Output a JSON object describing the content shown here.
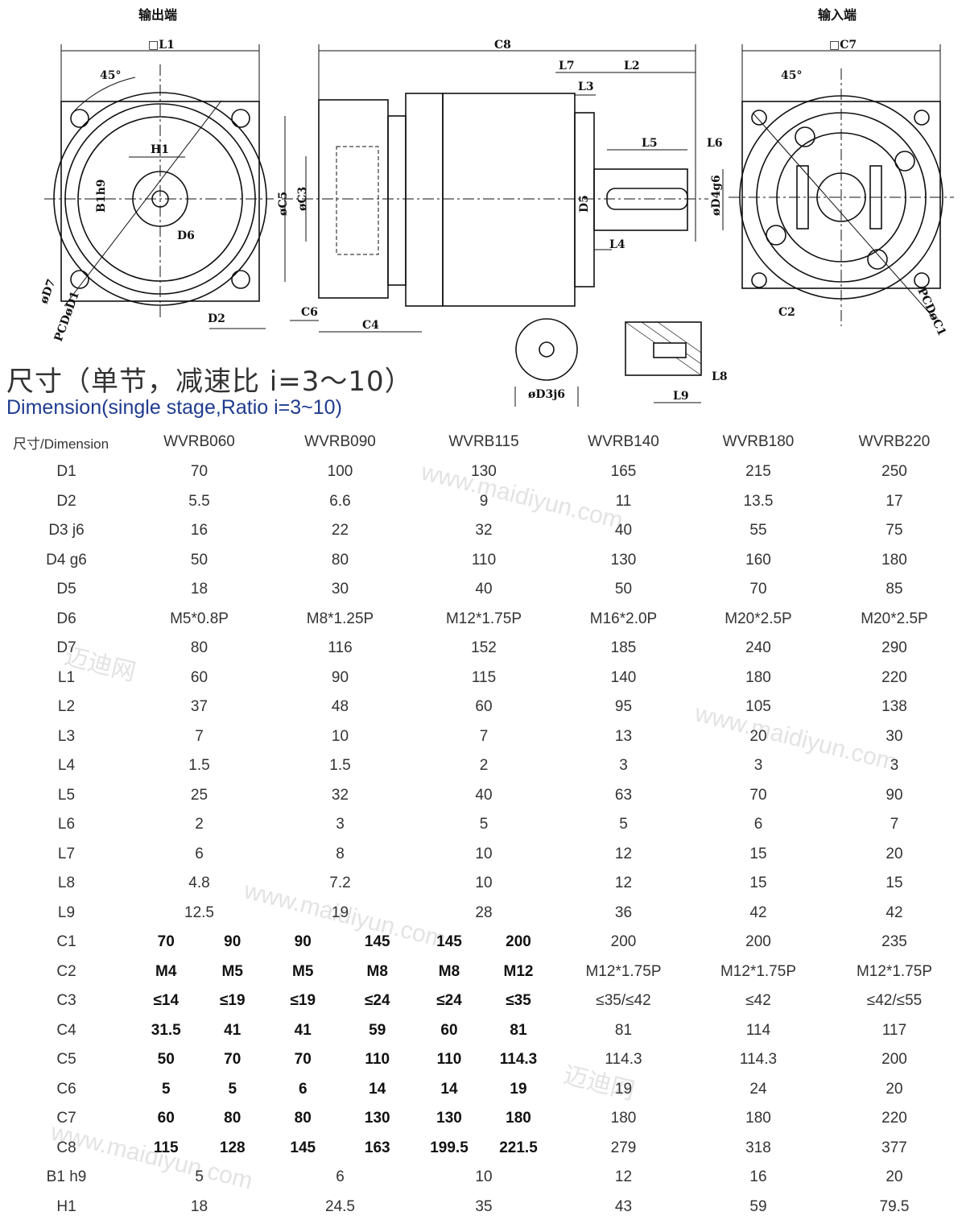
{
  "drawing": {
    "output_end_label": "输出端",
    "input_end_label": "输入端",
    "labels": {
      "L1": "□L1",
      "C7": "□C7",
      "C8": "C8",
      "L7": "L7",
      "L2": "L2",
      "L3": "L3",
      "L5": "L5",
      "L6": "L6",
      "L4": "L4",
      "D5": "D5",
      "D4": "øD4g6",
      "C5": "øC5",
      "C3": "øC3",
      "C6": "C6",
      "C4": "C4",
      "C2": "C2",
      "H1": "H1",
      "B1": "B1h9",
      "D6": "D6",
      "D2": "D2",
      "D7": "øD7",
      "D1": "PCDøD1",
      "C1": "PCDøC1",
      "angle_left": "45°",
      "angle_right": "45°",
      "D3": "øD3j6",
      "L8": "L8",
      "L9": "L9"
    }
  },
  "title_cn": "尺寸（单节，减速比 i=3～10）",
  "title_en": "Dimension(single stage,Ratio i=3~10)",
  "table": {
    "header": [
      "尺寸/Dimension",
      "WVRB060",
      "WVRB090",
      "WVRB115",
      "WVRB140",
      "WVRB180",
      "WVRB220"
    ],
    "rows": [
      {
        "label": "D1",
        "cells": [
          "70",
          "100",
          "130",
          "165",
          "215",
          "250"
        ]
      },
      {
        "label": "D2",
        "cells": [
          "5.5",
          "6.6",
          "9",
          "11",
          "13.5",
          "17"
        ]
      },
      {
        "label": "D3 j6",
        "cells": [
          "16",
          "22",
          "32",
          "40",
          "55",
          "75"
        ]
      },
      {
        "label": "D4 g6",
        "cells": [
          "50",
          "80",
          "110",
          "130",
          "160",
          "180"
        ]
      },
      {
        "label": "D5",
        "cells": [
          "18",
          "30",
          "40",
          "50",
          "70",
          "85"
        ]
      },
      {
        "label": "D6",
        "cells": [
          "M5*0.8P",
          "M8*1.25P",
          "M12*1.75P",
          "M16*2.0P",
          "M20*2.5P",
          "M20*2.5P"
        ]
      },
      {
        "label": "D7",
        "cells": [
          "80",
          "116",
          "152",
          "185",
          "240",
          "290"
        ]
      },
      {
        "label": "L1",
        "cells": [
          "60",
          "90",
          "115",
          "140",
          "180",
          "220"
        ]
      },
      {
        "label": "L2",
        "cells": [
          "37",
          "48",
          "60",
          "95",
          "105",
          "138"
        ]
      },
      {
        "label": "L3",
        "cells": [
          "7",
          "10",
          "7",
          "13",
          "20",
          "30"
        ]
      },
      {
        "label": "L4",
        "cells": [
          "1.5",
          "1.5",
          "2",
          "3",
          "3",
          "3"
        ]
      },
      {
        "label": "L5",
        "cells": [
          "25",
          "32",
          "40",
          "63",
          "70",
          "90"
        ]
      },
      {
        "label": "L6",
        "cells": [
          "2",
          "3",
          "5",
          "5",
          "6",
          "7"
        ]
      },
      {
        "label": "L7",
        "cells": [
          "6",
          "8",
          "10",
          "12",
          "15",
          "20"
        ]
      },
      {
        "label": "L8",
        "cells": [
          "4.8",
          "7.2",
          "10",
          "12",
          "15",
          "15"
        ]
      },
      {
        "label": "L9",
        "cells": [
          "12.5",
          "19",
          "28",
          "36",
          "42",
          "42"
        ]
      },
      {
        "label": "C1",
        "cells": [
          [
            "70",
            "90"
          ],
          [
            "90",
            "145"
          ],
          [
            "145",
            "200"
          ],
          "200",
          "200",
          "235"
        ]
      },
      {
        "label": "C2",
        "cells": [
          [
            "M4",
            "M5"
          ],
          [
            "M5",
            "M8"
          ],
          [
            "M8",
            "M12"
          ],
          "M12*1.75P",
          "M12*1.75P",
          "M12*1.75P"
        ]
      },
      {
        "label": "C3",
        "cells": [
          [
            "≤14",
            "≤19"
          ],
          [
            "≤19",
            "≤24"
          ],
          [
            "≤24",
            "≤35"
          ],
          "≤35/≤42",
          "≤42",
          "≤42/≤55"
        ]
      },
      {
        "label": "C4",
        "cells": [
          [
            "31.5",
            "41"
          ],
          [
            "41",
            "59"
          ],
          [
            "60",
            "81"
          ],
          "81",
          "114",
          "117"
        ]
      },
      {
        "label": "C5",
        "cells": [
          [
            "50",
            "70"
          ],
          [
            "70",
            "110"
          ],
          [
            "110",
            "114.3"
          ],
          "114.3",
          "114.3",
          "200"
        ]
      },
      {
        "label": "C6",
        "cells": [
          [
            "5",
            "5"
          ],
          [
            "6",
            "14"
          ],
          [
            "14",
            "19"
          ],
          "19",
          "24",
          "20"
        ]
      },
      {
        "label": "C7",
        "cells": [
          [
            "60",
            "80"
          ],
          [
            "80",
            "130"
          ],
          [
            "130",
            "180"
          ],
          "180",
          "180",
          "220"
        ]
      },
      {
        "label": "C8",
        "cells": [
          [
            "115",
            "128"
          ],
          [
            "145",
            "163"
          ],
          [
            "199.5",
            "221.5"
          ],
          "279",
          "318",
          "377"
        ]
      },
      {
        "label": "B1 h9",
        "cells": [
          "5",
          "6",
          "10",
          "12",
          "16",
          "20"
        ]
      },
      {
        "label": "H1",
        "cells": [
          "18",
          "24.5",
          "35",
          "43",
          "59",
          "79.5"
        ]
      }
    ]
  },
  "watermarks": [
    "www.maidiyun.com",
    "迈迪网"
  ]
}
